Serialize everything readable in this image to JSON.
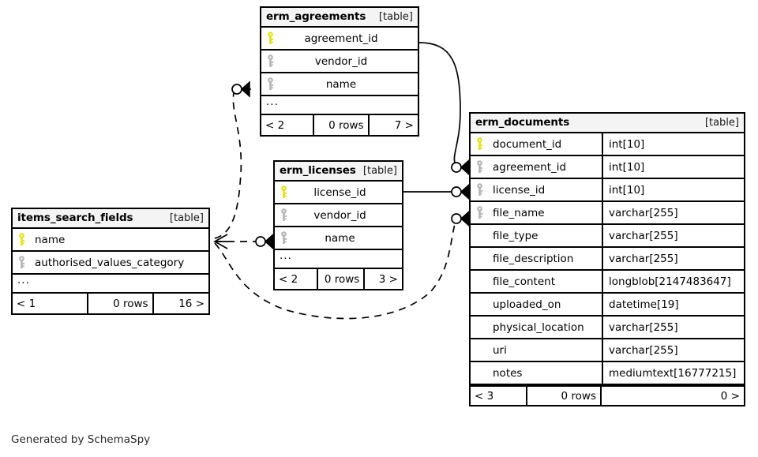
{
  "diagram": {
    "type": "entity-relationship-diagram",
    "generator_credit": "Generated by SchemaSpy",
    "background_color": "#ffffff",
    "header_fill": "#f4f4f4",
    "border_color": "#000000",
    "primary_key_color": "#e3e300",
    "foreign_key_color": "#b3b3b3",
    "kind_label": "[table]",
    "ellipsis": "...",
    "rows_label": "0 rows"
  },
  "tables": {
    "erm_agreements": {
      "name": "erm_agreements",
      "kind": "[table]",
      "columns": [
        {
          "key": "primary",
          "name": "agreement_id"
        },
        {
          "key": "foreign",
          "name": "vendor_id"
        },
        {
          "key": "foreign",
          "name": "name"
        }
      ],
      "more": "...",
      "footer": {
        "left": "< 2",
        "mid": "0 rows",
        "right": "7 >"
      }
    },
    "erm_licenses": {
      "name": "erm_licenses",
      "kind": "[table]",
      "columns": [
        {
          "key": "primary",
          "name": "license_id"
        },
        {
          "key": "foreign",
          "name": "vendor_id"
        },
        {
          "key": "foreign",
          "name": "name"
        }
      ],
      "more": "...",
      "footer": {
        "left": "< 2",
        "mid": "0 rows",
        "right": "3 >"
      }
    },
    "items_search_fields": {
      "name": "items_search_fields",
      "kind": "[table]",
      "columns": [
        {
          "key": "primary",
          "name": "name"
        },
        {
          "key": "foreign",
          "name": "authorised_values_category"
        }
      ],
      "more": "...",
      "footer": {
        "left": "< 1",
        "mid": "0 rows",
        "right": "16 >"
      }
    },
    "erm_documents": {
      "name": "erm_documents",
      "kind": "[table]",
      "columns": [
        {
          "key": "primary",
          "name": "document_id",
          "type": "int[10]"
        },
        {
          "key": "foreign",
          "name": "agreement_id",
          "type": "int[10]"
        },
        {
          "key": "foreign",
          "name": "license_id",
          "type": "int[10]"
        },
        {
          "key": "foreign",
          "name": "file_name",
          "type": "varchar[255]"
        },
        {
          "key": "none",
          "name": "file_type",
          "type": "varchar[255]"
        },
        {
          "key": "none",
          "name": "file_description",
          "type": "varchar[255]"
        },
        {
          "key": "none",
          "name": "file_content",
          "type": "longblob[2147483647]"
        },
        {
          "key": "none",
          "name": "uploaded_on",
          "type": "datetime[19]"
        },
        {
          "key": "none",
          "name": "physical_location",
          "type": "varchar[255]"
        },
        {
          "key": "none",
          "name": "uri",
          "type": "varchar[255]"
        },
        {
          "key": "none",
          "name": "notes",
          "type": "mediumtext[16777215]"
        }
      ],
      "footer": {
        "left": "< 3",
        "mid": "0 rows",
        "right": "0 >"
      }
    }
  },
  "relationships": [
    {
      "from": "erm_documents.agreement_id",
      "to": "erm_agreements.agreement_id",
      "style": "solid"
    },
    {
      "from": "erm_documents.license_id",
      "to": "erm_licenses.license_id",
      "style": "solid"
    },
    {
      "from": "erm_documents.file_name",
      "to": "items_search_fields.name",
      "style": "dashed"
    },
    {
      "from": "erm_licenses.name",
      "to": "items_search_fields.name",
      "style": "dashed"
    },
    {
      "from": "erm_agreements.name",
      "to": "items_search_fields.name",
      "style": "dashed"
    }
  ]
}
